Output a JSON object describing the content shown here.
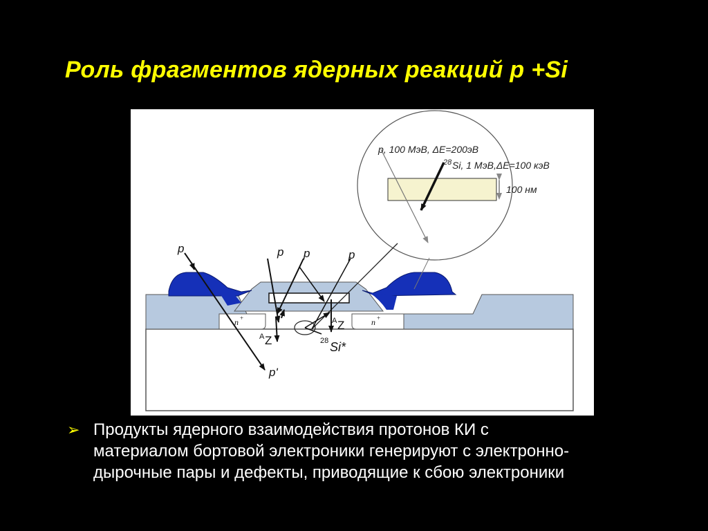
{
  "slide": {
    "title": "Роль фрагментов ядерных реакций p +Si"
  },
  "diagram": {
    "inset": {
      "proton_label": "p, 100 МэВ, ΔE=200эВ",
      "si_mass": "28",
      "si_label": "Si, 1 МэВ,ΔE=100 кэВ",
      "thickness_label": "100 нм"
    },
    "labels": {
      "p1": "p",
      "p2": "p",
      "p3": "p",
      "p4": "p",
      "p_prime": "p'",
      "n_left": "n",
      "n_left_sup": "+",
      "n_right": "n",
      "n_right_sup": "+",
      "az1_sup": "A",
      "az1": "Z",
      "az2_sup": "A",
      "az2": "Z",
      "si_mass": "28",
      "si_star": "Si*"
    },
    "colors": {
      "blue": "#1530b8",
      "light_blue": "#b7c9df",
      "inset_band": "#f6f3cf"
    }
  },
  "bullet": {
    "symbol": "➢",
    "lines": [
      "Продукты ядерного взаимодействия протонов КИ с",
      "материалом бортовой электроники генерируют с электронно-",
      "дырочные пары и дефекты, приводящие к сбою электроники"
    ]
  }
}
